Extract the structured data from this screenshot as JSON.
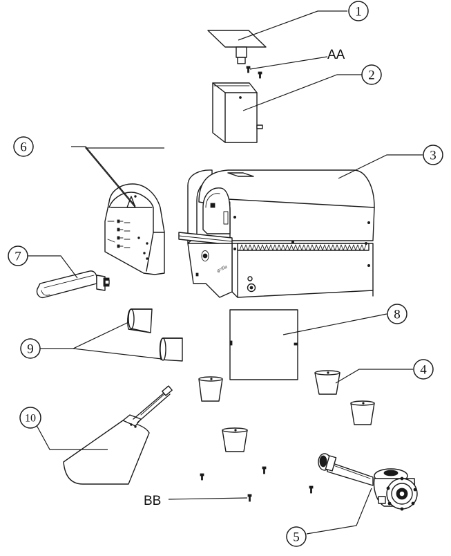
{
  "diagram": {
    "callouts": [
      {
        "id": "c1",
        "label": "1"
      },
      {
        "id": "c2",
        "label": "2"
      },
      {
        "id": "c3",
        "label": "3"
      },
      {
        "id": "c4",
        "label": "4"
      },
      {
        "id": "c5",
        "label": "5"
      },
      {
        "id": "c6",
        "label": "6"
      },
      {
        "id": "c7",
        "label": "7"
      },
      {
        "id": "c8",
        "label": "8"
      },
      {
        "id": "c9",
        "label": "9"
      },
      {
        "id": "c10",
        "label": "10"
      }
    ],
    "tags": {
      "aa": "AA",
      "bb": "BB"
    },
    "logo": "grilla"
  }
}
